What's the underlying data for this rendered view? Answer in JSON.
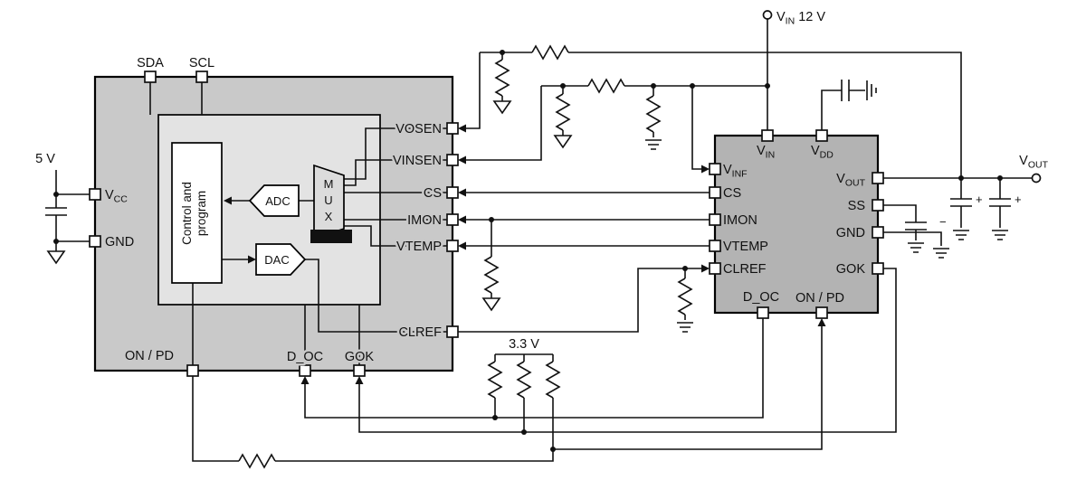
{
  "diagram": {
    "vin_terminal": {
      "v": "V",
      "sub": "IN",
      "rest": " 12 V"
    },
    "vout_terminal": {
      "v": "V",
      "sub": "OUT"
    },
    "rail_5v": "5 V",
    "rail_3v3": "3.3 V",
    "cap_plus": "+",
    "cap_minus": "−"
  },
  "controller": {
    "pins": {
      "sda": "SDA",
      "scl": "SCL",
      "vcc": {
        "v": "V",
        "sub": "CC"
      },
      "gnd": "GND",
      "vosen": "VOSEN",
      "vinsen": "VINSEN",
      "cs": "CS",
      "imon": "IMON",
      "vtemp": "VTEMP",
      "clref": "CLREF",
      "onpd": "ON / PD",
      "doc": "D_OC",
      "gok": "GOK"
    },
    "blocks": {
      "control_line1": "Control and",
      "control_line2": "program",
      "adc": "ADC",
      "dac": "DAC",
      "mux": "MUX"
    }
  },
  "module": {
    "pins": {
      "vin": {
        "v": "V",
        "sub": "IN"
      },
      "vdd": {
        "v": "V",
        "sub": "DD"
      },
      "vinf": {
        "v": "V",
        "sub": "INF"
      },
      "cs": "CS",
      "imon": "IMON",
      "vtemp": "VTEMP",
      "clref": "CLREF",
      "doc": "D_OC",
      "onpd": "ON / PD",
      "vout": {
        "v": "V",
        "sub": "OUT"
      },
      "ss": "SS",
      "gnd": "GND",
      "gok": "GOK"
    }
  }
}
